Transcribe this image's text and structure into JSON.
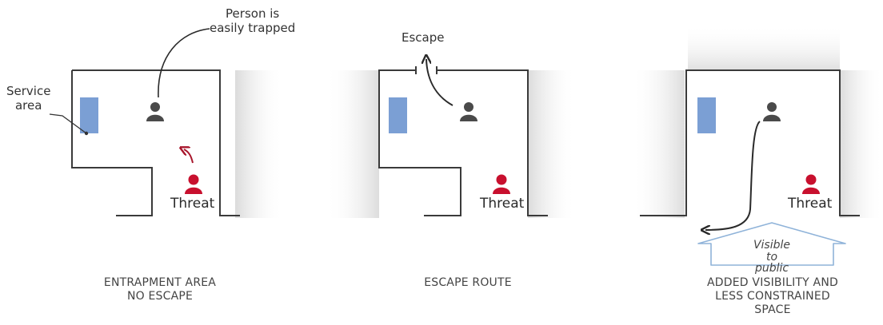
{
  "colors": {
    "wall": "#3a3a3a",
    "service_area": "#7b9fd4",
    "person": "#4a4a4a",
    "threat": "#c8102e",
    "arrow_red": "#a8152b",
    "visible_outline": "#8fb3d9"
  },
  "icons": [
    "person-icon",
    "threat-person-icon",
    "service-area-box",
    "arrow"
  ],
  "panels": [
    {
      "caption": "ENTRAPMENT AREA\nNO ESCAPE",
      "threat_label": "Threat",
      "annotations": {
        "service_area": "Service\narea",
        "person_trapped": "Person is\neasily trapped"
      }
    },
    {
      "caption": "ESCAPE ROUTE",
      "threat_label": "Threat",
      "annotations": {
        "escape": "Escape"
      }
    },
    {
      "caption": "ADDED VISIBILITY AND\nLESS CONSTRAINED\nSPACE",
      "threat_label": "Threat",
      "annotations": {
        "visible": "Visible\nto public"
      }
    }
  ]
}
